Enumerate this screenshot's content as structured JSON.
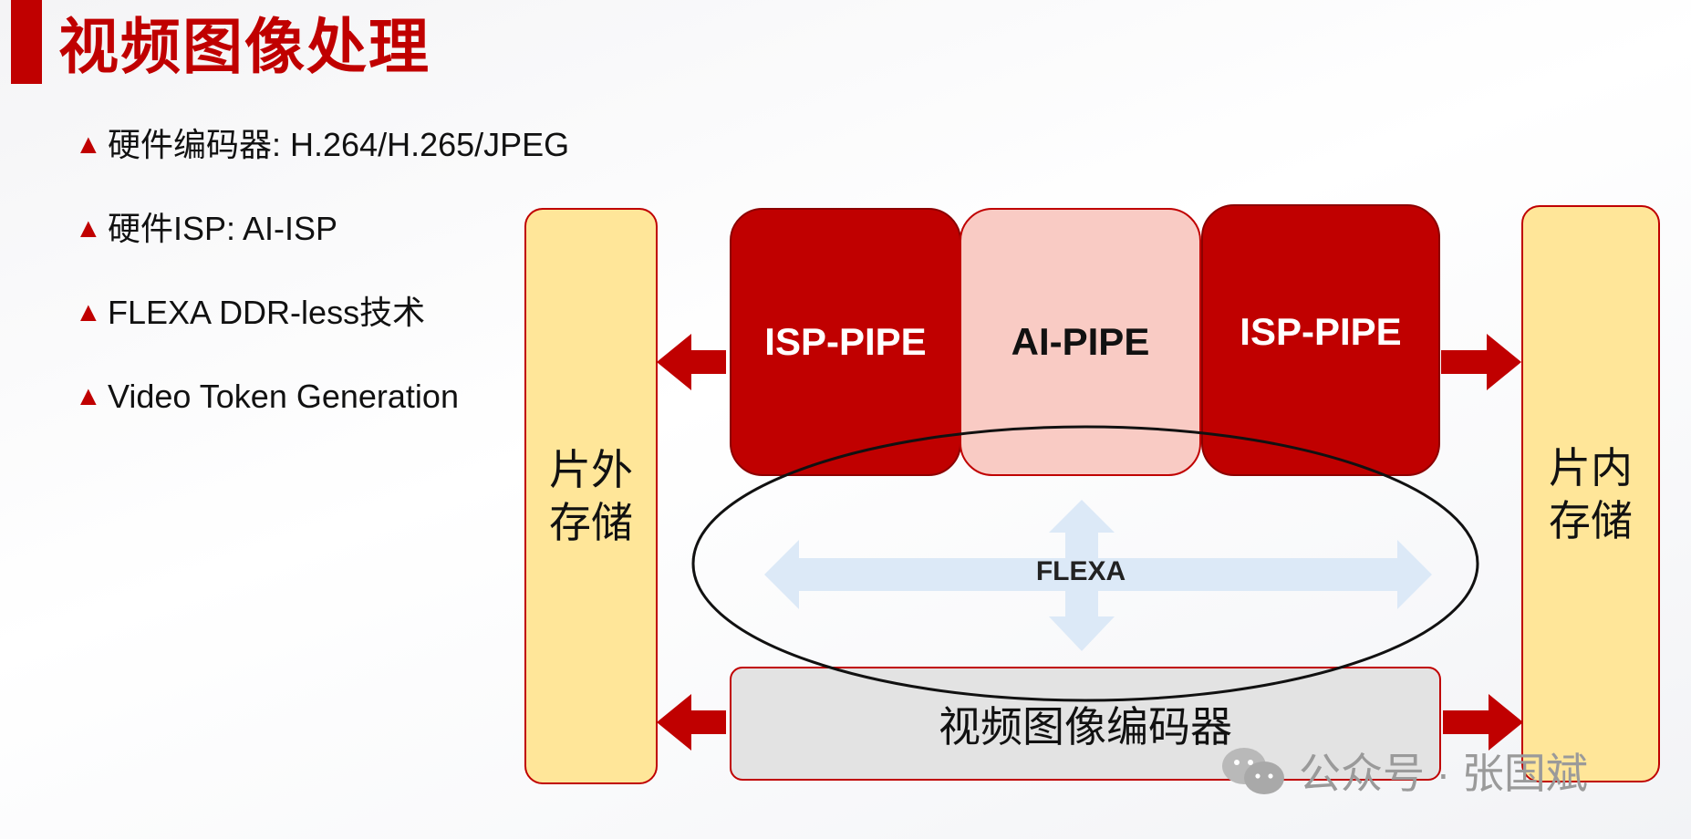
{
  "slide": {
    "title": "视频图像处理",
    "bullet_marker": "▲",
    "bullets": [
      "硬件编码器: H.264/H.265/JPEG",
      "硬件ISP: AI-ISP",
      "FLEXA DDR-less技术",
      "Video Token Generation"
    ]
  },
  "diagram": {
    "offchip_memory": "片外\n存储",
    "onchip_memory": "片内\n存储",
    "isp_pipe_left": "ISP-PIPE",
    "ai_pipe": "AI-PIPE",
    "isp_pipe_right": "ISP-PIPE",
    "flexa_label": "FLEXA",
    "encoder": "视频图像编码器"
  },
  "watermark": {
    "icon": "wechat-icon",
    "text": "公众号 · 张国斌"
  },
  "colors": {
    "accent_red": "#c00000",
    "memory_yellow": "#ffe699",
    "ai_pink": "#f9cbc4",
    "encoder_gray": "#e3e3e3",
    "flexa_blue": "#dce9f7"
  }
}
